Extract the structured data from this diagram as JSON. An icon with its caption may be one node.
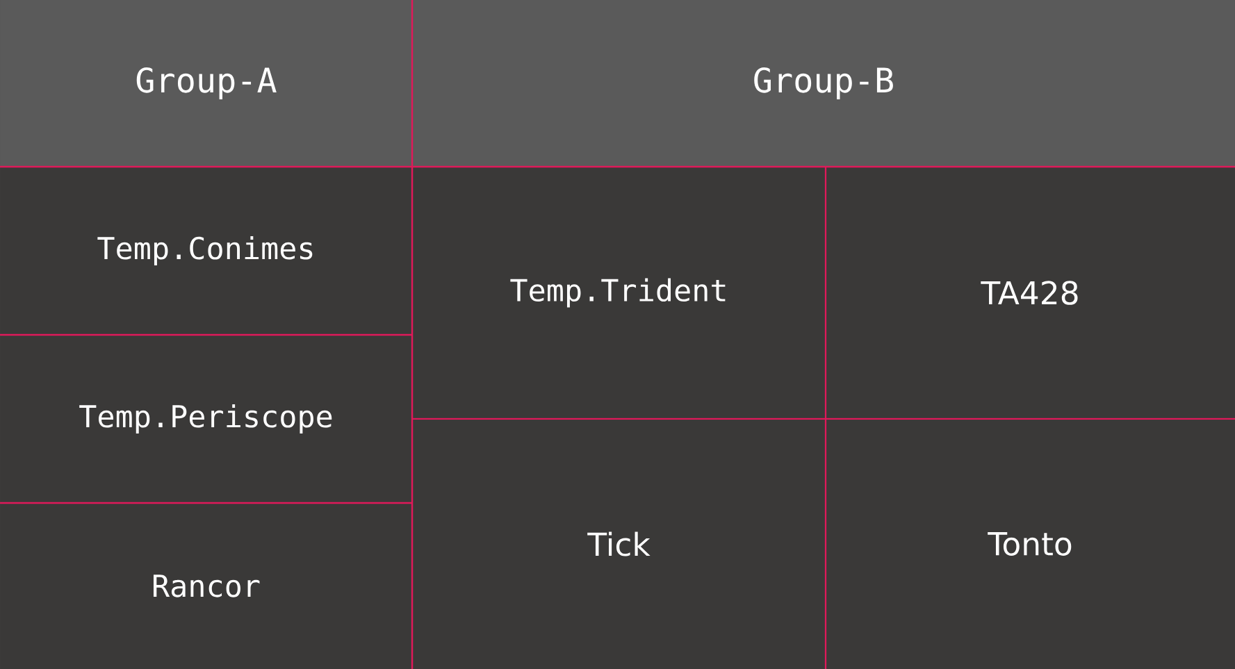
{
  "diagram": {
    "nodes": [
      {
        "text": [
          "Group-A"
        ]
      },
      {
        "text": [
          "Group-B"
        ]
      },
      {
        "text": [
          "Temp.Conimes"
        ]
      },
      {
        "text": [
          "Temp.Periscope"
        ]
      },
      {
        "text": [
          "Rancor"
        ]
      },
      {
        "text": [
          "Temp.Trident"
        ]
      },
      {
        "text": [
          "TA428"
        ]
      },
      {
        "text": [
          "Tick"
        ]
      },
      {
        "text": [
          "Tonto"
        ]
      }
    ],
    "edges": []
  }
}
